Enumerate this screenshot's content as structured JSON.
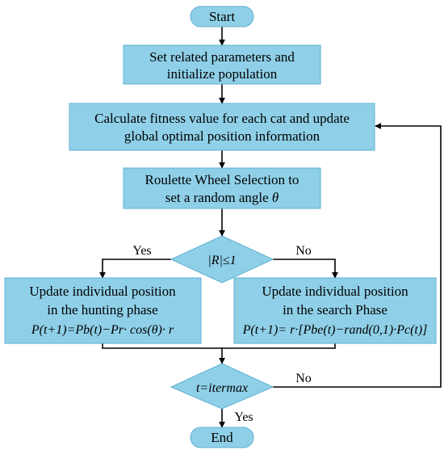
{
  "colors": {
    "box_fill": "#8fd0e8",
    "box_stroke": "#5fb0d0",
    "line": "#000000",
    "background": "#ffffff"
  },
  "flowchart": {
    "start": "Start",
    "init": {
      "line1": "Set related parameters and",
      "line2": "initialize population"
    },
    "fitness": {
      "line1": "Calculate fitness value for each cat and update",
      "line2": "global optimal position information"
    },
    "roulette": {
      "line1": "Roulette Wheel Selection to",
      "line2": "set a random angle",
      "symbol": "θ"
    },
    "decision1": {
      "text": "|R|≤1",
      "yes_label": "Yes",
      "no_label": "No"
    },
    "hunting": {
      "line1": "Update individual position",
      "line2": "in the hunting phase",
      "equation": "P(t+1)=Pb(t)−Pr· cos(θ)· r"
    },
    "search": {
      "line1": "Update individual position",
      "line2": "in the search Phase",
      "equation": "P(t+1)= r·[Pbe(t)−rand(0,1)·Pc(t)]"
    },
    "decision2": {
      "text": "t=itermax",
      "yes_label": "Yes",
      "no_label": "No"
    },
    "end": "End"
  }
}
